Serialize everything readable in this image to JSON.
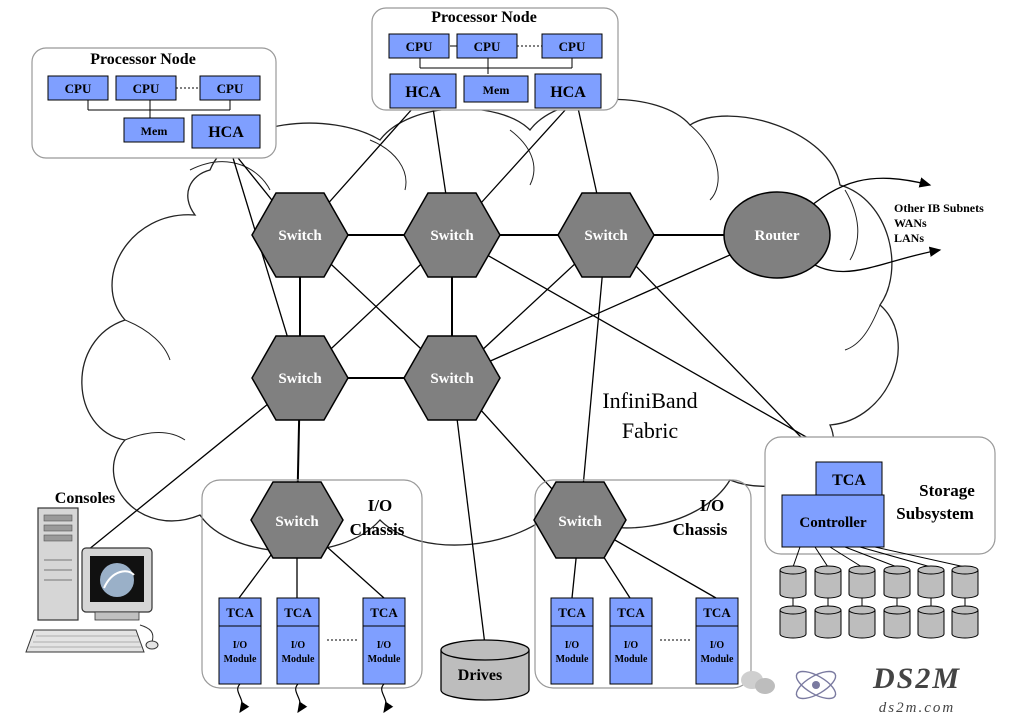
{
  "processor_node_left": {
    "title": "Processor Node",
    "cpu_labels": [
      "CPU",
      "CPU",
      "CPU"
    ],
    "mem_label": "Mem",
    "hca_label": "HCA"
  },
  "processor_node_top": {
    "title": "Processor Node",
    "cpu_labels": [
      "CPU",
      "CPU",
      "CPU"
    ],
    "mem_label": "Mem",
    "hca_labels": [
      "HCA",
      "HCA"
    ]
  },
  "switches": [
    "Switch",
    "Switch",
    "Switch",
    "Switch",
    "Switch",
    "Switch",
    "Switch"
  ],
  "router_label": "Router",
  "fabric_label": [
    "InfiniBand",
    "Fabric"
  ],
  "external_networks": [
    "Other IB Subnets",
    "WANs",
    "LANs"
  ],
  "io_chassis_left": {
    "title": [
      "I/O",
      "Chassis"
    ],
    "modules": [
      {
        "tca": "TCA",
        "module": [
          "I/O",
          "Module"
        ]
      },
      {
        "tca": "TCA",
        "module": [
          "I/O",
          "Module"
        ]
      },
      {
        "tca": "TCA",
        "module": [
          "I/O",
          "Module"
        ]
      }
    ]
  },
  "io_chassis_right": {
    "title": [
      "I/O",
      "Chassis"
    ],
    "modules": [
      {
        "tca": "TCA",
        "module": [
          "I/O",
          "Module"
        ]
      },
      {
        "tca": "TCA",
        "module": [
          "I/O",
          "Module"
        ]
      },
      {
        "tca": "TCA",
        "module": [
          "I/O",
          "Module"
        ]
      }
    ]
  },
  "storage": {
    "title": [
      "Storage",
      "Subsystem"
    ],
    "tca_label": "TCA",
    "controller_label": "Controller"
  },
  "consoles_label": "Consoles",
  "drives_label": "Drives",
  "watermark": {
    "logo_text": "DS2M",
    "url_text": "ds2m.com"
  },
  "colors": {
    "component_fill": "#7f9fff",
    "switch_fill": "#808080",
    "storage_fill": "#bdbdbd"
  }
}
